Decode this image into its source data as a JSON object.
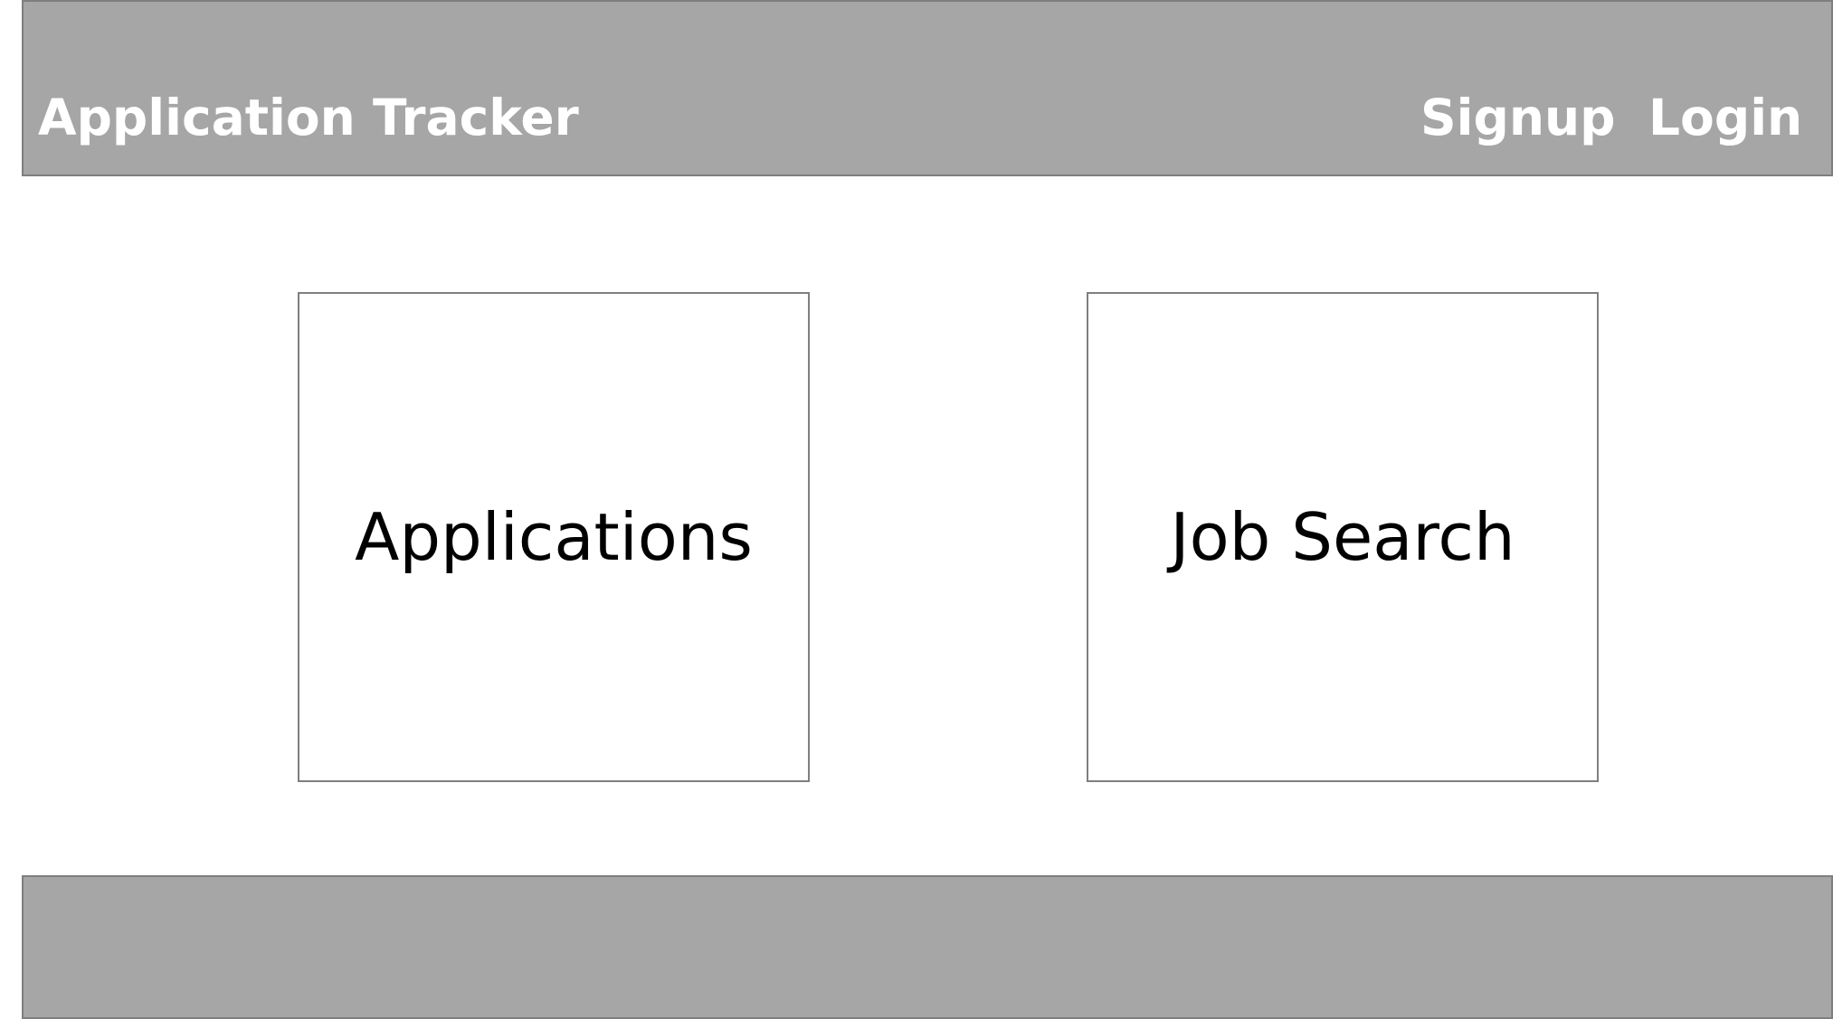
{
  "header": {
    "title": "Application Tracker",
    "nav": {
      "signup_label": "Signup",
      "login_label": "Login"
    }
  },
  "main": {
    "tiles": [
      {
        "label": "Applications"
      },
      {
        "label": "Job Search"
      }
    ]
  },
  "colors": {
    "bar_background": "#a6a6a6",
    "bar_border": "#7f7f7f",
    "header_text": "#ffffff",
    "tile_border": "#7f7f7f",
    "tile_text": "#000000"
  }
}
